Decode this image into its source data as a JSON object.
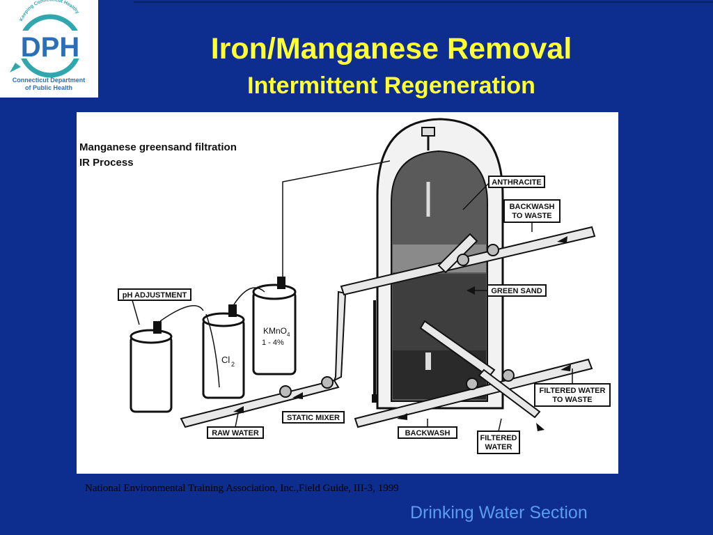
{
  "logo": {
    "arc_text": "Keeping Connecticut Healthy",
    "letters": "DPH",
    "line1": "Connecticut Department",
    "line2": "of Public Health",
    "brand_color": "#2fa7ad",
    "letter_color": "#2a6fb8"
  },
  "title": "Iron/Manganese Removal",
  "subtitle": "Intermittent Regeneration",
  "diagram": {
    "heading_line1": "Manganese greensand filtration",
    "heading_line2": "IR Process",
    "labels": {
      "ph_adjustment": "pH ADJUSTMENT",
      "cl2": "Cl",
      "cl2_sub": "2",
      "kmno4": "KMnO",
      "kmno4_sub": "4",
      "kmno4_pct": "1 - 4%",
      "raw_water": "RAW WATER",
      "static_mixer": "STATIC MIXER",
      "anthracite": "ANTHRACITE",
      "backwash_to_waste_1": "BACKWASH",
      "backwash_to_waste_2": "TO WASTE",
      "green_sand": "GREEN SAND",
      "filtered_to_waste_1": "FILTERED WATER",
      "filtered_to_waste_2": "TO WASTE",
      "backwash": "BACKWASH",
      "filtered_water_1": "FILTERED",
      "filtered_water_2": "WATER"
    }
  },
  "citation": "National Environmental Training Association, Inc.,Field Guide, III-3, 1999",
  "footer": "Drinking Water Section",
  "colors": {
    "background": "#0d2d8f",
    "title": "#ffff33",
    "footer": "#5b9bf0"
  }
}
